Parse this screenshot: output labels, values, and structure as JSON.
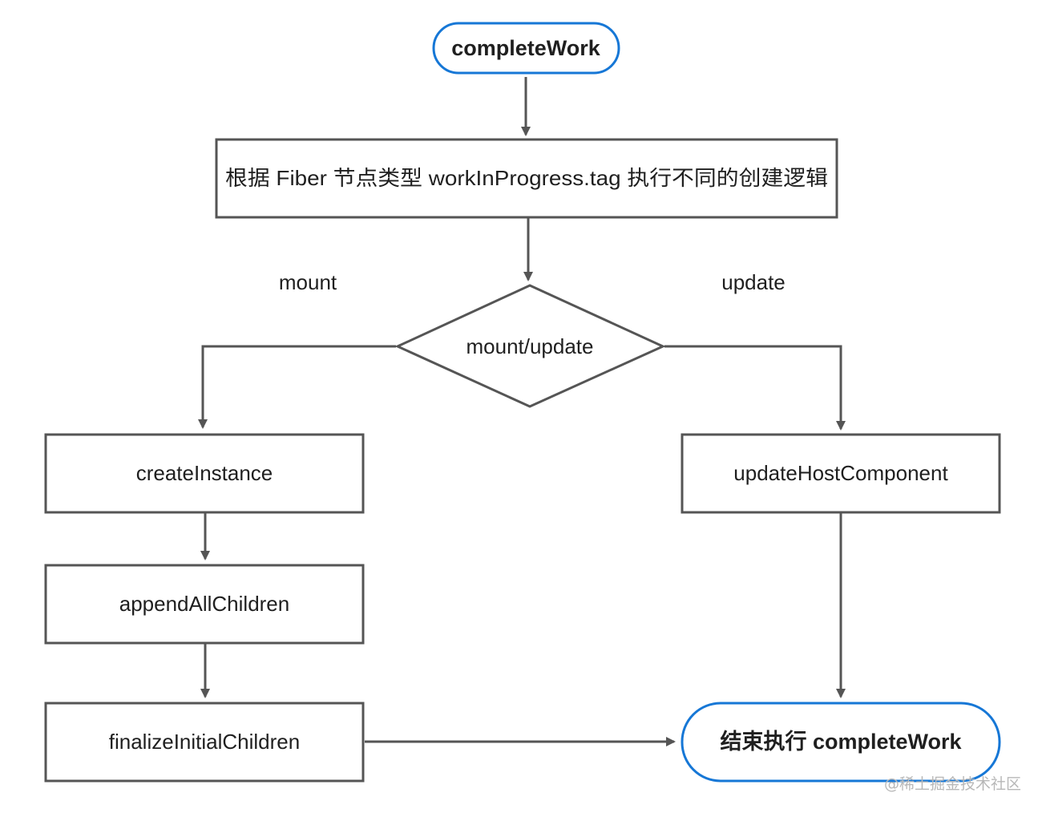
{
  "nodes": {
    "start": {
      "label": "completeWork"
    },
    "switch_tag": {
      "label": "根据 Fiber 节点类型 workInProgress.tag 执行不同的创建逻辑"
    },
    "decision": {
      "label": "mount/update"
    },
    "create_instance": {
      "label": "createInstance"
    },
    "append_children": {
      "label": "appendAllChildren"
    },
    "finalize_children": {
      "label": "finalizeInitialChildren"
    },
    "update_host": {
      "label": "updateHostComponent"
    },
    "end": {
      "label": "结束执行 completeWork"
    }
  },
  "edge_labels": {
    "mount": "mount",
    "update": "update"
  },
  "watermark": "@稀土掘金技术社区",
  "colors": {
    "terminal_stroke": "#1677d6",
    "box_stroke": "#555555",
    "arrow": "#555555",
    "text": "#1f1f1f"
  }
}
